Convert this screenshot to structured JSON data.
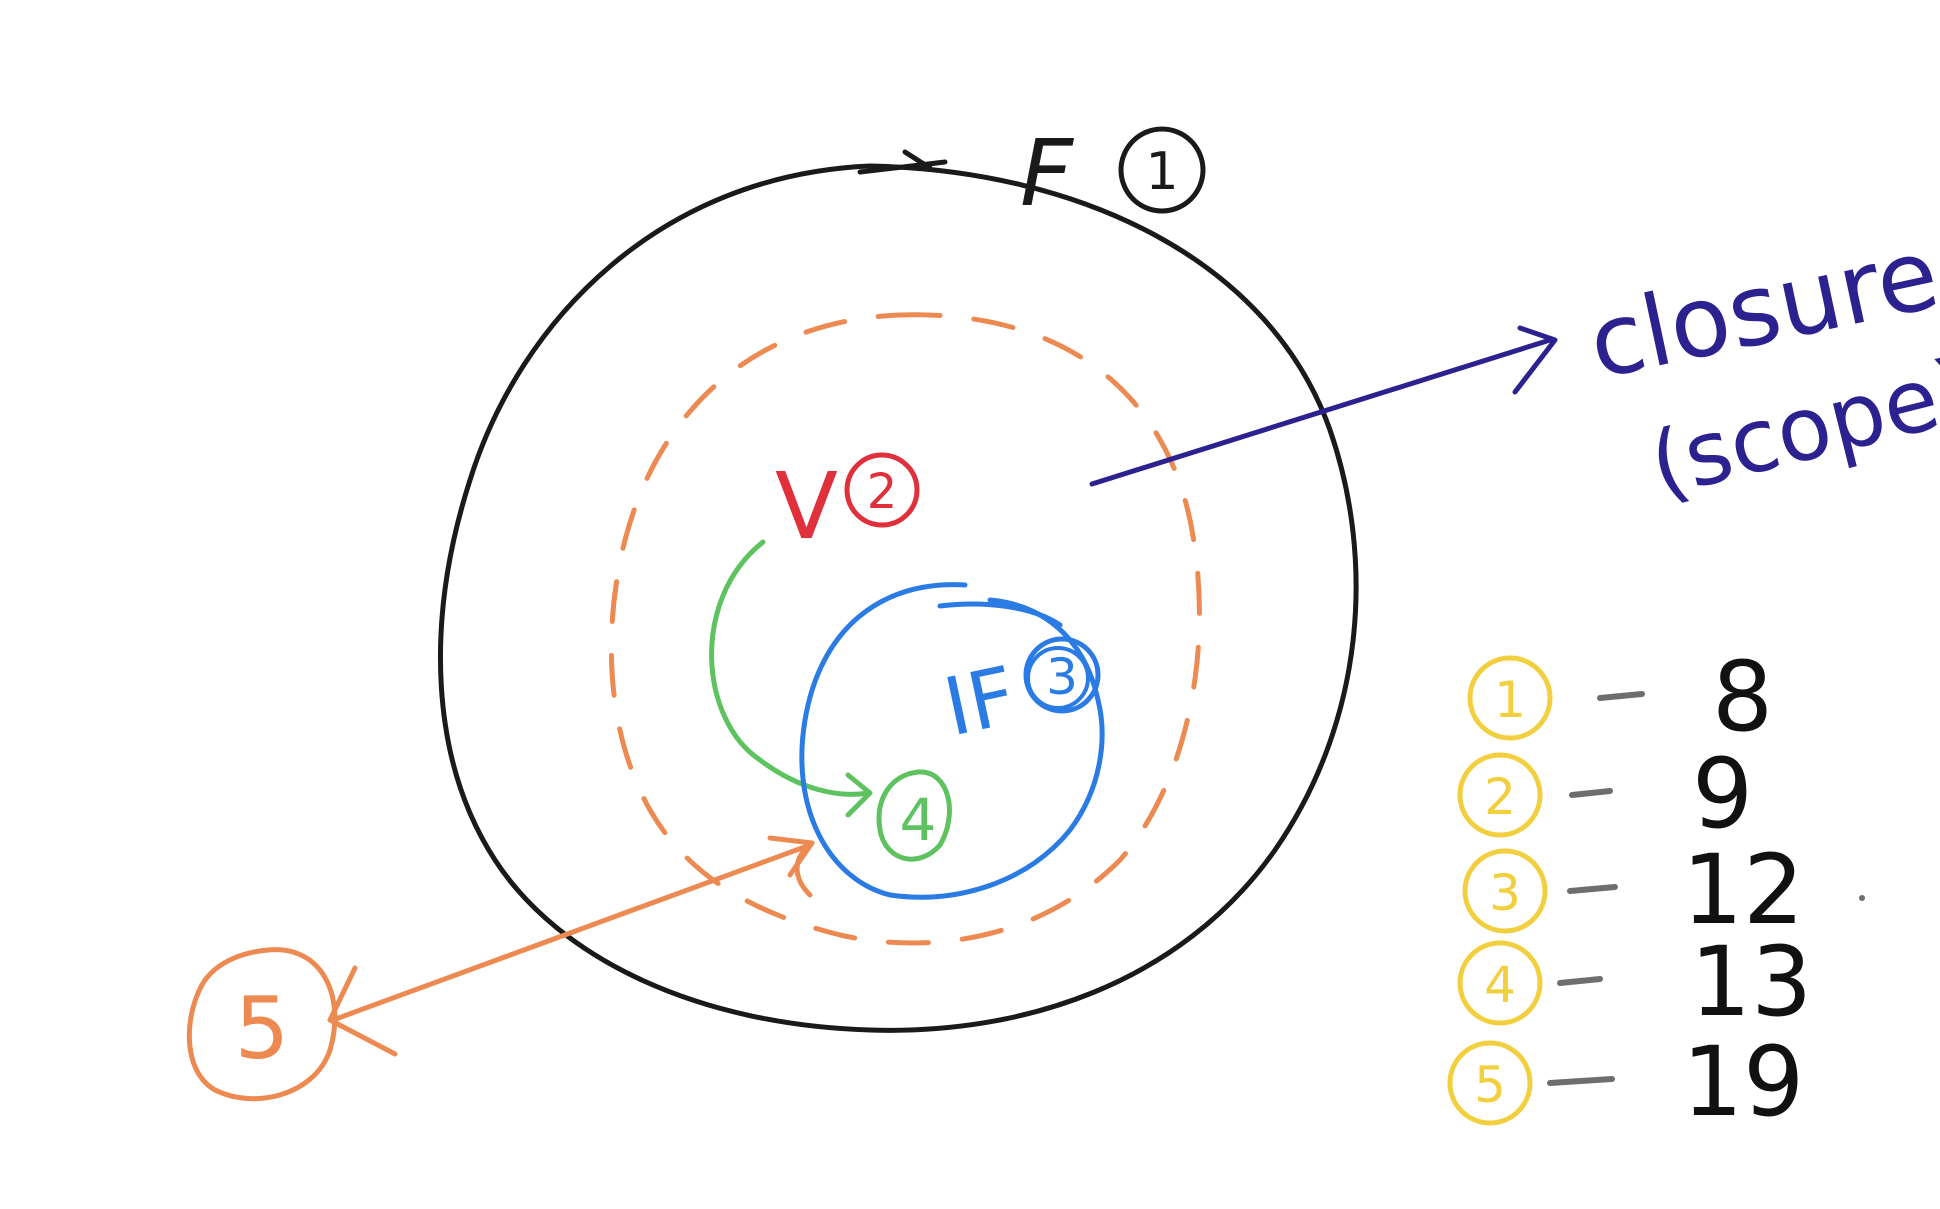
{
  "diagram": {
    "outer_scope": {
      "label": "F",
      "number": "1"
    },
    "dashed_scope": {
      "label": "V",
      "number": "2"
    },
    "if_scope": {
      "label": "IF",
      "number": "3"
    },
    "innermost": {
      "number": "4"
    },
    "outside": {
      "number": "5"
    },
    "annotation": {
      "line1": "closure",
      "line2": "(scope)"
    }
  },
  "legend": [
    {
      "number": "1",
      "value": "8"
    },
    {
      "number": "2",
      "value": "9"
    },
    {
      "number": "3",
      "value": "12"
    },
    {
      "number": "4",
      "value": "13"
    },
    {
      "number": "5",
      "value": "19"
    }
  ],
  "colors": {
    "outer": "#1a1a1a",
    "dashed": "#ec8a52",
    "variable": "#e0303c",
    "if_block": "#2b7be4",
    "inner": "#5fc261",
    "closure": "#2c228f",
    "legend_circle": "#f2cf3f",
    "legend_dash": "#6e6e6e",
    "legend_value": "#111111"
  }
}
